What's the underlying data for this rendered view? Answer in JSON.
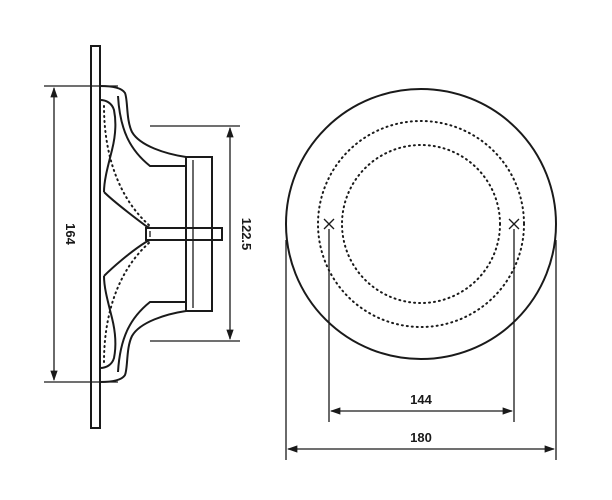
{
  "dimensions": {
    "side_height": "164",
    "body_height": "122.5",
    "bolt_circle": "144",
    "outer_diameter": "180"
  },
  "colors": {
    "line": "#1a1a1a",
    "background": "#ffffff"
  }
}
